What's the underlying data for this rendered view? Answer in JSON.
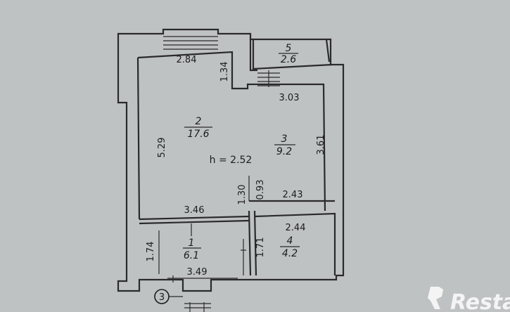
{
  "plan": {
    "ceiling_height": "h = 2.52",
    "rooms": [
      {
        "number": "1",
        "area": "6.1"
      },
      {
        "number": "2",
        "area": "17.6"
      },
      {
        "number": "3",
        "area": "9.2"
      },
      {
        "number": "4",
        "area": "4.2"
      },
      {
        "number": "5",
        "area": "2.6"
      }
    ],
    "dimensions": {
      "d_284": "2.84",
      "d_134": "1.34",
      "d_303": "3.03",
      "d_529": "5.29",
      "d_361": "3.61",
      "d_130": "1.30",
      "d_093": "0.93",
      "d_243": "2.43",
      "d_346": "3.46",
      "d_244": "2.44",
      "d_174": "1.74",
      "d_171": "1.71",
      "d_349": "3.49"
    },
    "entrance_marker": "3"
  },
  "watermark": {
    "brand": "Restate"
  },
  "colors": {
    "paper": "#bfc2c3",
    "ink": "#1c1c1c"
  }
}
